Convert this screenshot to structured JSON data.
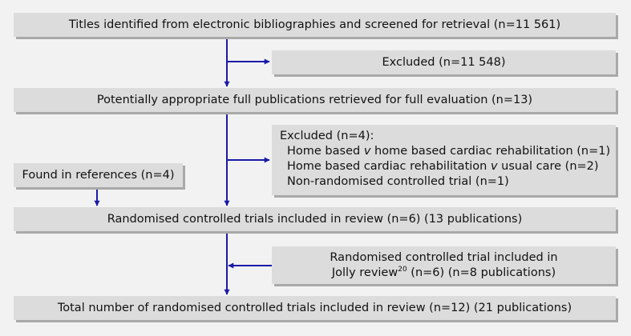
{
  "boxes": {
    "titles_identified": "Titles identified from electronic bibliographies and screened for retrieval (n=11 561)",
    "excluded_first": "Excluded (n=11 548)",
    "full_publications": "Potentially appropriate full publications retrieved for full evaluation (n=13)",
    "excluded_second": {
      "header": "Excluded (n=4):",
      "item1_pre": "Home based ",
      "item1_v": "v",
      "item1_post": " home based cardiac rehabilitation (n=1)",
      "item2_pre": "Home based cardiac rehabilitation ",
      "item2_v": "v",
      "item2_post": " usual care (n=2)",
      "item3": "Non-randomised controlled trial (n=1)"
    },
    "found_references": "Found in references (n=4)",
    "rct_included": "Randomised controlled trials included in review (n=6) (13 publications)",
    "jolly": {
      "line1": "Randomised controlled trial included in",
      "line2_pre": "Jolly review",
      "line2_sup": "20",
      "line2_post": " (n=6) (n=8 publications)"
    },
    "total": "Total number of randomised controlled trials included in review (n=12) (21 publications)"
  },
  "colors": {
    "arrow": "#1a1aa6",
    "box_fill": "#dcdcdc",
    "box_shadow": "#a9a9a9",
    "background": "#f2f2f2"
  }
}
